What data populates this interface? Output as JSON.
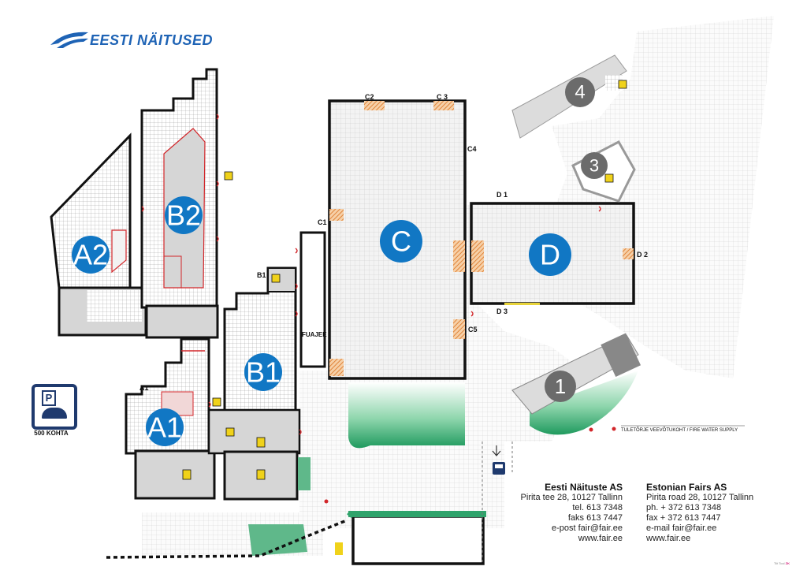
{
  "brand": {
    "logo_text": "EESTI NÄITUSED",
    "color": "#1e63b5"
  },
  "halls": [
    {
      "id": "A1",
      "label": "A1"
    },
    {
      "id": "A2",
      "label": "A2"
    },
    {
      "id": "B1",
      "label": "B1"
    },
    {
      "id": "B2",
      "label": "B2"
    },
    {
      "id": "C",
      "label": "C"
    },
    {
      "id": "D",
      "label": "D"
    },
    {
      "id": "1",
      "label": "1"
    },
    {
      "id": "3",
      "label": "3"
    },
    {
      "id": "4",
      "label": "4"
    }
  ],
  "entrances": {
    "A1": "A1",
    "B1": "B1",
    "C1": "C1",
    "C2": "C2",
    "C3": "C 3",
    "C4": "C4",
    "C5": "C5",
    "D1": "D 1",
    "D2": "D 2",
    "D3": "D 3"
  },
  "foyer": "FUAJEE",
  "fire_water_supply": "TULETÕRJE VEEVÕTUKOHT /  FIRE WATER SUPPLY",
  "parking": {
    "symbol": "P",
    "caption": "500 KOHTA"
  },
  "contact_et": {
    "name": "Eesti Näituste AS",
    "address": "Pirita tee  28, 10127  Tallinn",
    "phone": "tel.   613 7348",
    "fax": "faks   613 7447",
    "email": "e-post  fair@fair.ee",
    "web": "www.fair.ee"
  },
  "contact_en": {
    "name": "Estonian Fairs AS",
    "address": "Pirita road  28, 10127  Tallinn",
    "phone": "ph. + 372 613 7348",
    "fax": "fax   + 372 613 7447",
    "email": "e-mail  fair@fair.ee",
    "web": "www.fair.ee"
  },
  "credit": {
    "prefix": "Tiit Tool",
    "studio": "ZK"
  },
  "colors": {
    "hall_badge_blue": "#1177c4",
    "outdoor_badge_grey": "#6b6b6b",
    "wall": "#111111",
    "floor_grey": "#d6d6d6",
    "green": "#2fa36b",
    "door_red": "#d2262a",
    "hatch_orange": "#e0843a"
  }
}
